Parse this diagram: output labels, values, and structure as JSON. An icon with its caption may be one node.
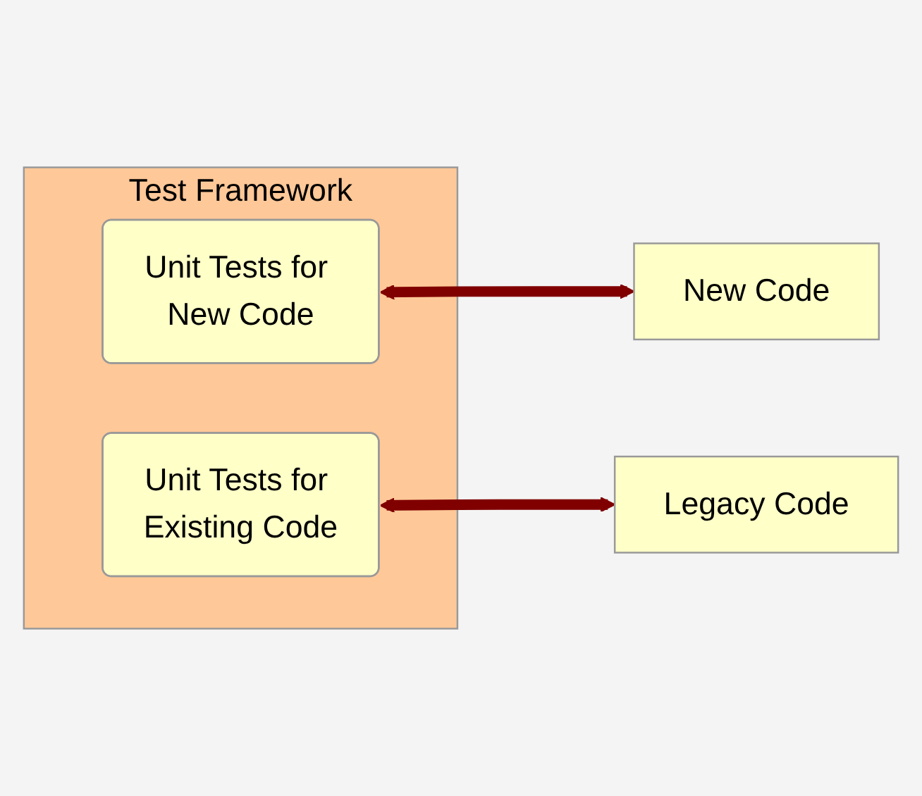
{
  "diagram": {
    "nodes": [
      {
        "text": [
          "Test Framework"
        ]
      },
      {
        "text": [
          "Unit Tests for New Code"
        ],
        "in": 0
      },
      {
        "text": [
          "Unit Tests for Existing Code"
        ],
        "in": 0
      },
      {
        "text": [
          "New Code"
        ]
      },
      {
        "text": [
          "Legacy Code"
        ]
      }
    ],
    "edges": [
      {
        "from": 1,
        "to": 3,
        "arrow": "both",
        "color": "#800000"
      },
      {
        "from": 2,
        "to": 4,
        "arrow": "both",
        "color": "#800000"
      }
    ]
  }
}
